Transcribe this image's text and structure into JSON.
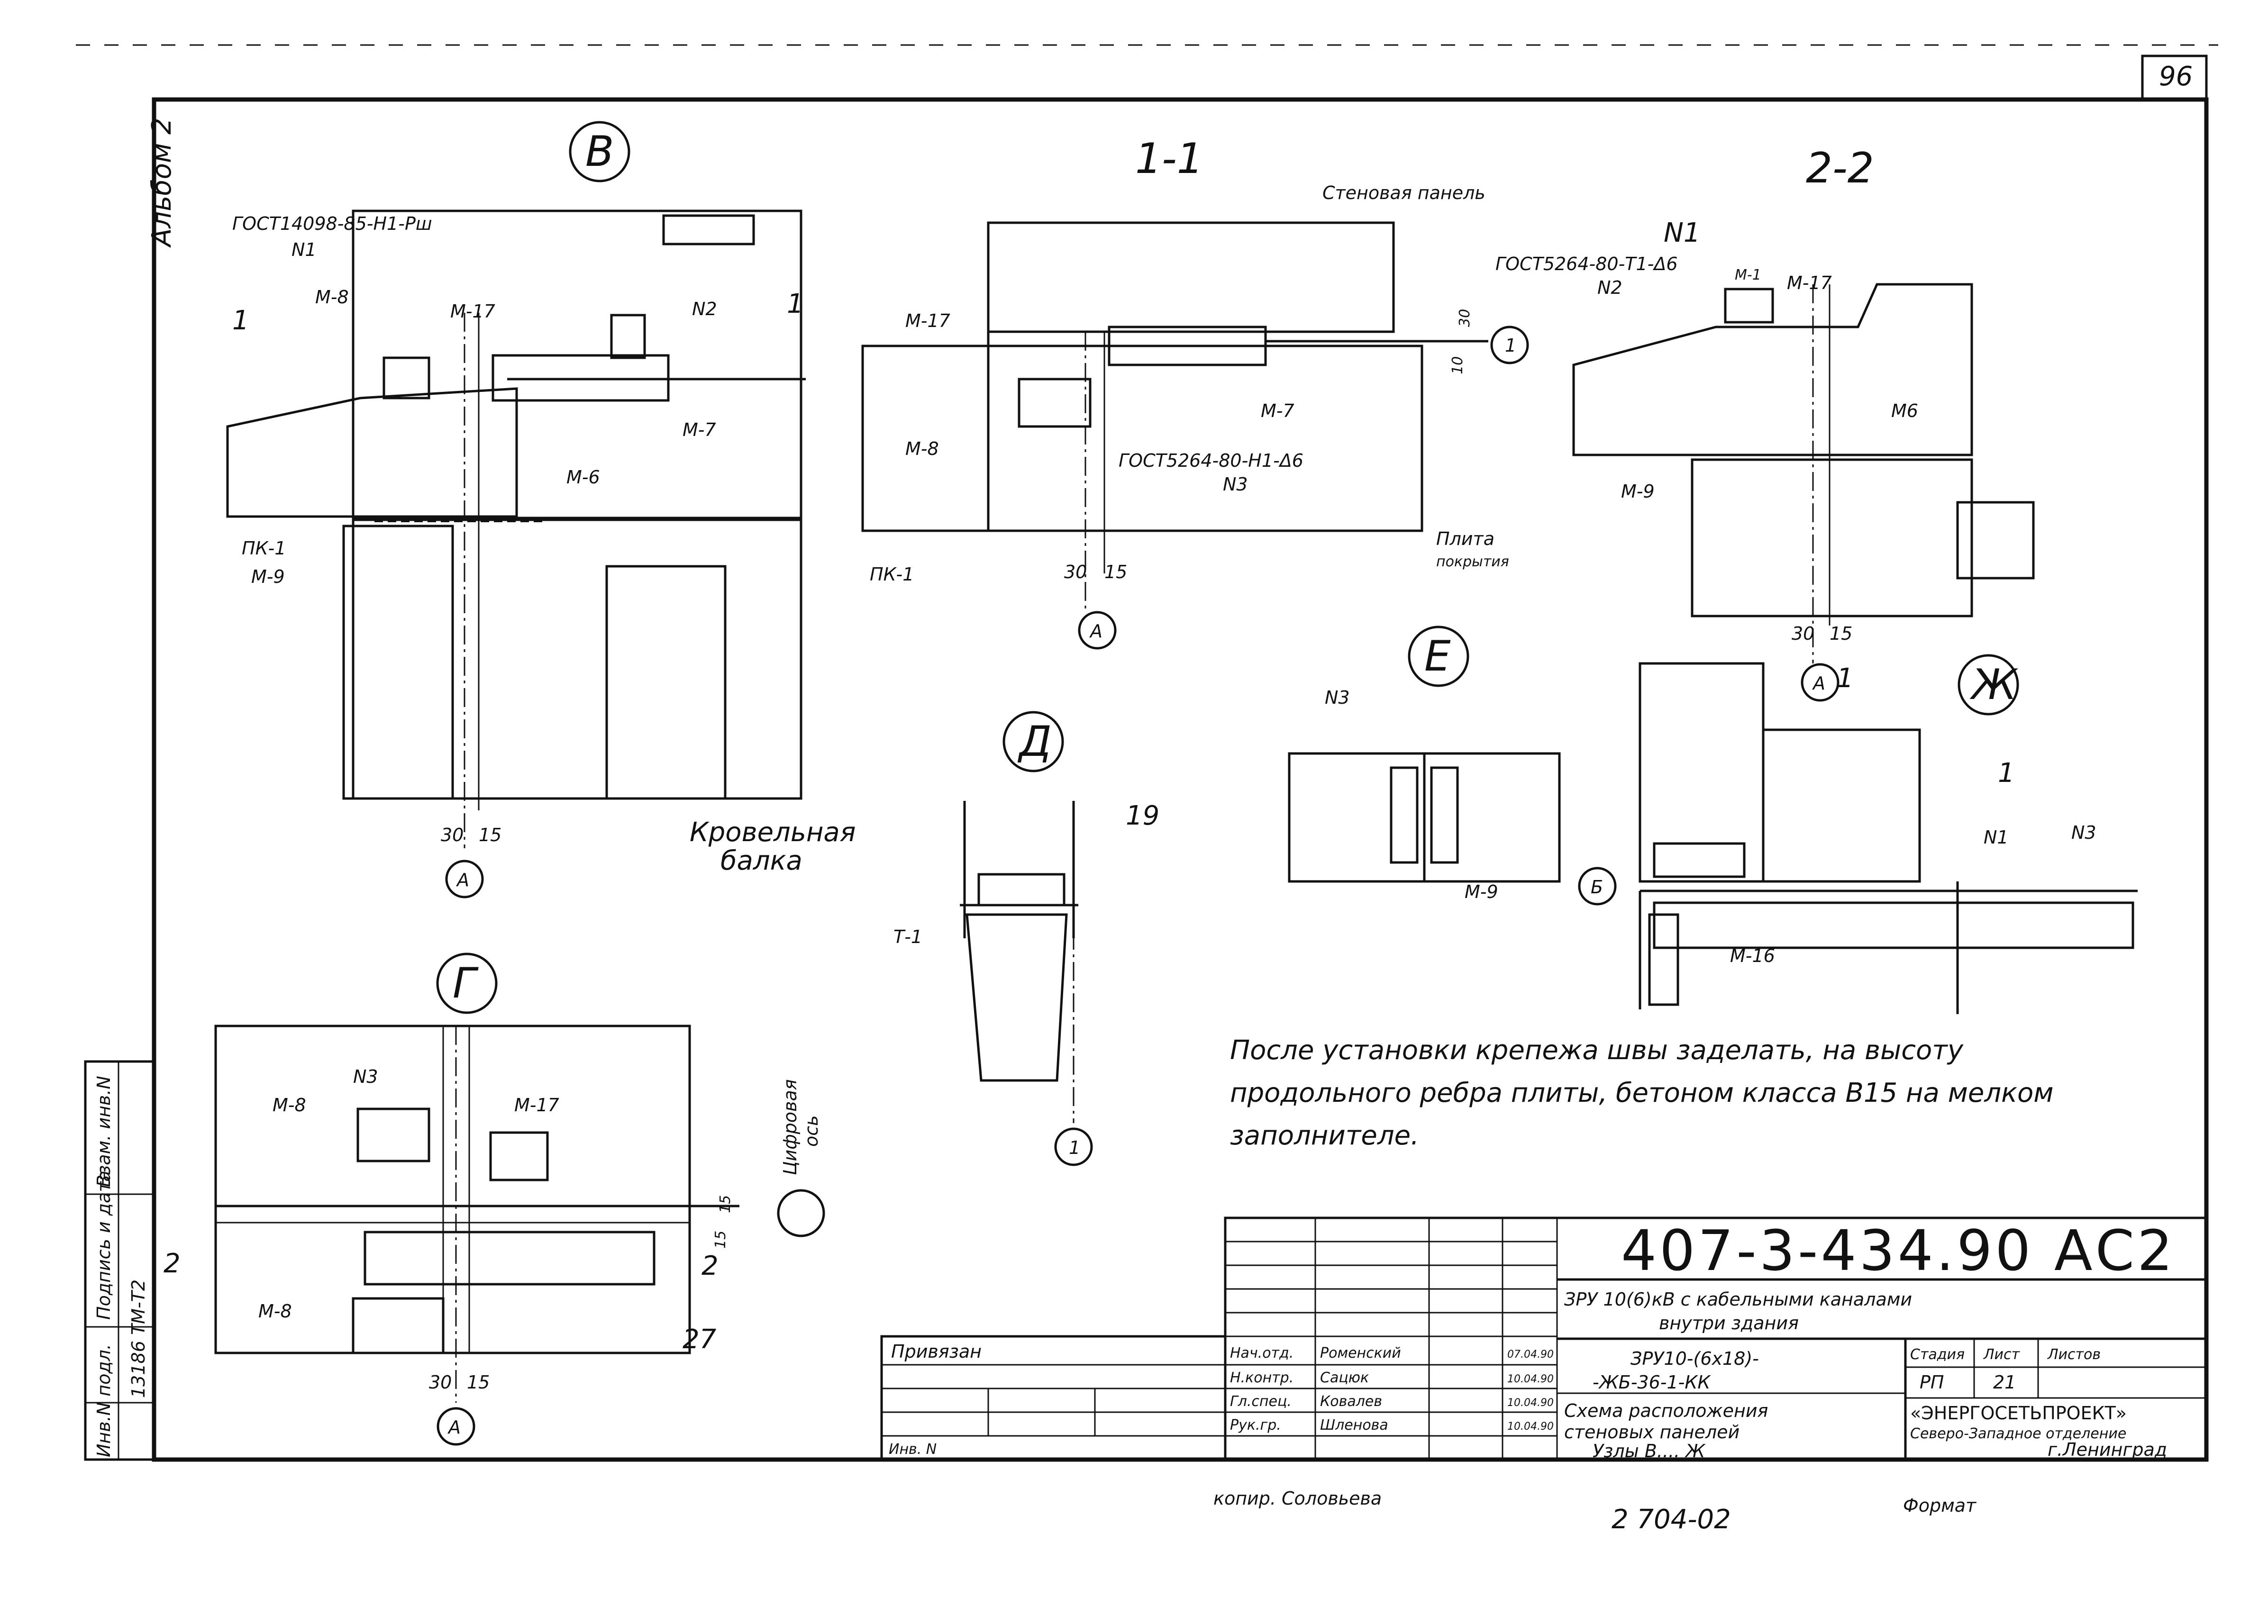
{
  "sheet": {
    "page_number": "96",
    "album": "Альбом 2",
    "note_line1": "После установки крепежа швы заделать, на высоту",
    "note_line2": "продольного ребра плиты, бетоном класса В15 на мелком",
    "note_line3": "заполнителе.",
    "copied_by": "копир. Соловьева",
    "bottom_number": "2 704-02",
    "format_label": "Формат"
  },
  "side_stamp": {
    "col1": "Инв.N подл.",
    "col1_value": "13186 ТМ-Т2",
    "col2": "Подпись и дата",
    "col3": "Взам. инв.N"
  },
  "title_block": {
    "code": "407-3-434.90 АС2",
    "project_line1": "ЗРУ 10(6)кВ с кабельными каналами",
    "project_line2": "внутри здания",
    "object_line1": "ЗРУ10-(6х18)-",
    "object_line2": "-ЖБ-36-1-КК",
    "sheet_title_line1": "Схема расположения",
    "sheet_title_line2": "стеновых панелей",
    "sheet_title_line3": "Узлы В.... Ж",
    "stage_label": "Стадия",
    "sheet_label": "Лист",
    "sheets_label": "Листов",
    "stage": "РП",
    "sheet": "21",
    "sheets": "",
    "org_line1": "«ЭНЕРГОСЕТЬПРОЕКТ»",
    "org_line2": "Северо-Западное отделение",
    "org_line3": "г.Ленинград",
    "bound_label": "Привязан",
    "inv_label": "Инв. N",
    "staff": [
      {
        "role": "Нач.отд.",
        "name": "Роменский",
        "date": "07.04.90"
      },
      {
        "role": "Н.контр.",
        "name": "Сацюк",
        "date": "10.04.90"
      },
      {
        "role": "Гл.спец.",
        "name": "Ковалев",
        "date": "10.04.90"
      },
      {
        "role": "Рук.гр.",
        "name": "Шленова",
        "date": "10.04.90"
      }
    ]
  },
  "detail_v": {
    "mark": "В",
    "gost_line1": "ГОСТ14098-85-Н1-Рш",
    "gost_line2": "N1",
    "m8": "М-8",
    "m17": "М-17",
    "n2": "N2",
    "m7": "М-7",
    "m6": "М-6",
    "pk1": "ПК-1",
    "m9": "М-9",
    "section_left": "1",
    "section_right": "1",
    "dim_a": "30",
    "dim_b": "15",
    "axis": "А",
    "beam_line1": "Кровельная",
    "beam_line2": "балка"
  },
  "section_11": {
    "title": "1-1",
    "wall_panel": "Стеновая панель",
    "m17": "М-17",
    "m8": "М-8",
    "m7": "М-7",
    "gost_line1": "ГОСТ5264-80-Н1-Δ6",
    "gost_line2": "N3",
    "pk1": "ПК-1",
    "slab_line1": "Плита",
    "slab_line2": "покрытия",
    "dim_30": "30",
    "dim_10": "10",
    "dim_a": "30",
    "dim_b": "15",
    "axis": "А",
    "axis_1": "1"
  },
  "section_22": {
    "title": "2-2",
    "n1": "N1",
    "gost_line1": "ГОСТ5264-80-Т1-Δ6",
    "gost_line2": "N2",
    "m1": "М-1",
    "m17": "М-17",
    "m6": "М6",
    "m9": "М-9",
    "dim_a": "30",
    "dim_b": "15",
    "axis": "А"
  },
  "detail_d": {
    "mark": "Д",
    "label19": "19",
    "t1": "Т-1",
    "axis_1": "1"
  },
  "detail_e": {
    "mark": "Е",
    "n3": "N3",
    "m9": "М-9"
  },
  "detail_zh": {
    "mark": "Ж",
    "label1a": "1",
    "label1b": "1",
    "n1": "N1",
    "n3": "N3",
    "m16": "М-16",
    "axis_b": "Б"
  },
  "detail_g": {
    "mark": "Г",
    "m8_top": "М-8",
    "n3": "N3",
    "m17": "М-17",
    "m8_bot": "М-8",
    "label27": "27",
    "section_left": "2",
    "section_right": "2",
    "dim_15a": "15",
    "dim_15b": "15",
    "axis_digit_line1": "Цифровая",
    "axis_digit_line2": "ось",
    "dim_a": "30",
    "dim_b": "15",
    "axis": "А"
  }
}
